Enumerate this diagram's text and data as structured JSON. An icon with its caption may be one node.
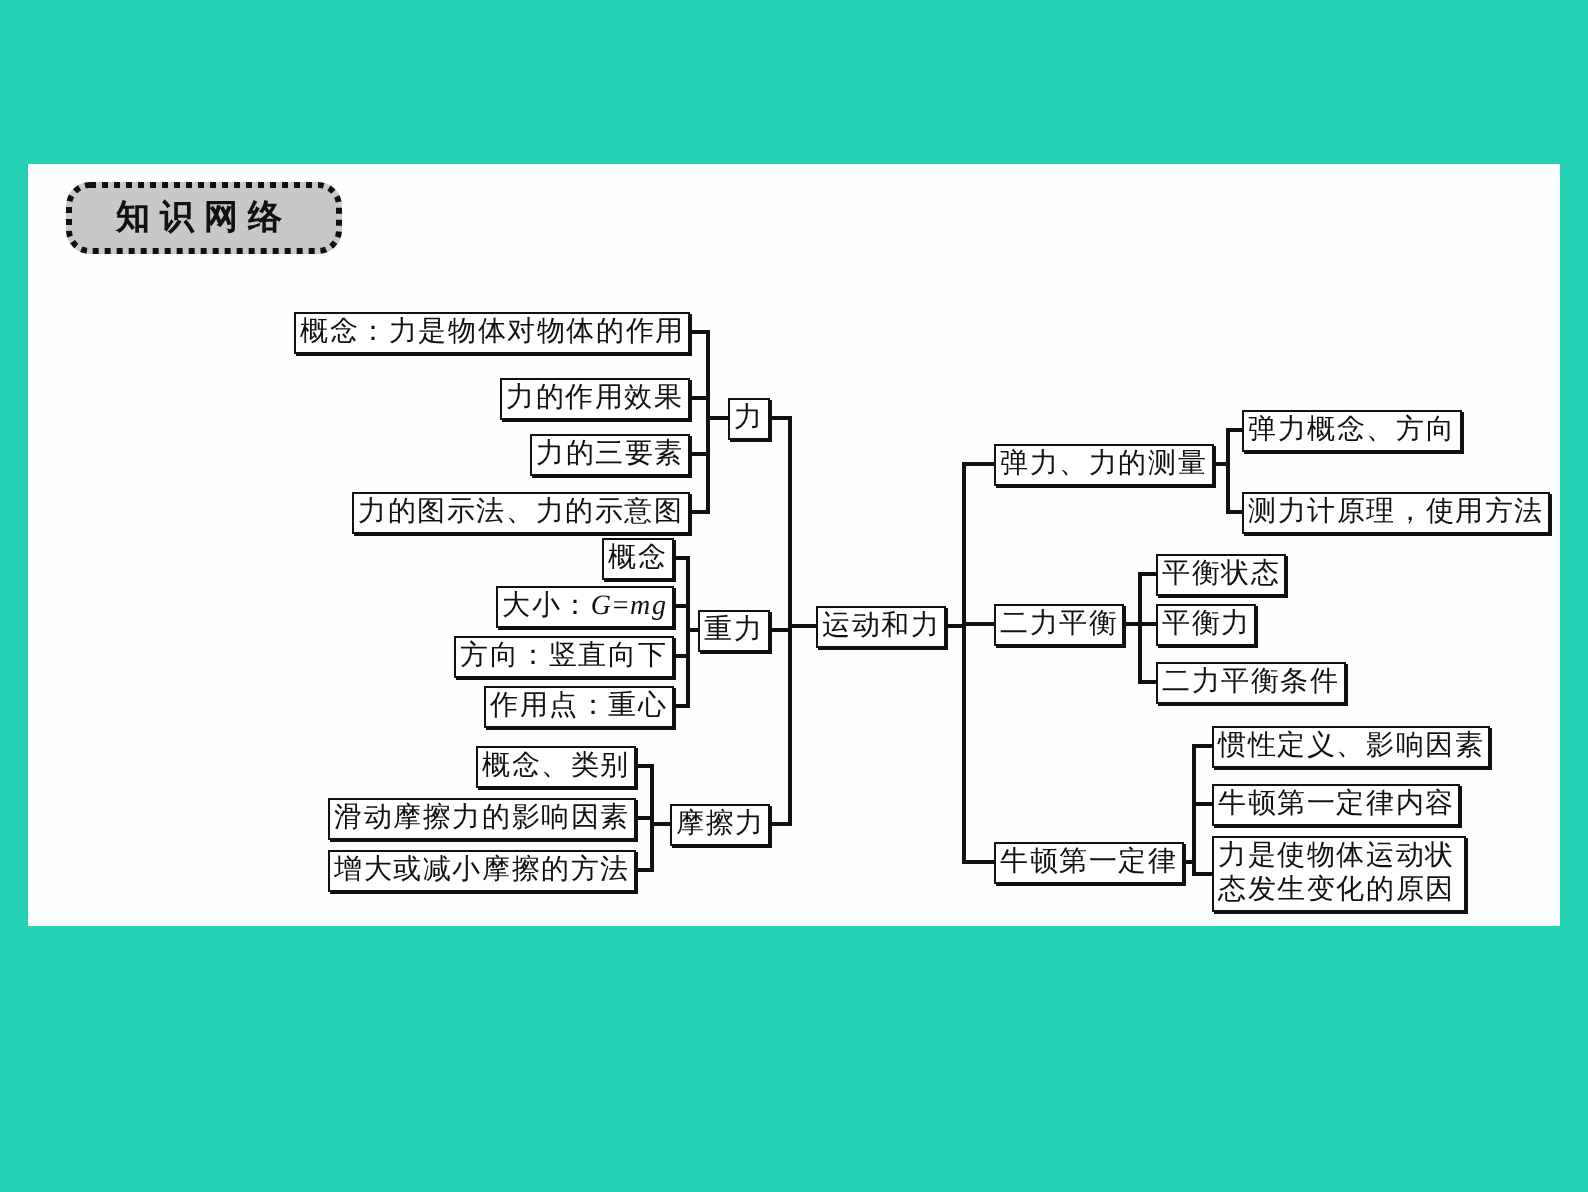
{
  "diagram": {
    "title": "知识网络",
    "nodes": [
      {
        "text": [
          "概念：力是物体对物体的作用"
        ]
      },
      {
        "text": [
          "力的作用效果"
        ]
      },
      {
        "text": [
          "力的三要素"
        ]
      },
      {
        "text": [
          "力的图示法、力的示意图"
        ]
      },
      {
        "text": [
          "力"
        ]
      },
      {
        "text": [
          "概念"
        ]
      },
      {
        "text": [
          "大小：*G*=*mg*"
        ]
      },
      {
        "text": [
          "方向：竖直向下"
        ]
      },
      {
        "text": [
          "作用点：重心"
        ]
      },
      {
        "text": [
          "重力"
        ]
      },
      {
        "text": [
          "概念、类别"
        ]
      },
      {
        "text": [
          "滑动摩擦力的影响因素"
        ]
      },
      {
        "text": [
          "增大或减小摩擦的方法"
        ]
      },
      {
        "text": [
          "摩擦力"
        ]
      },
      {
        "text": [
          "运动和力"
        ]
      },
      {
        "text": [
          "弹力、力的测量"
        ]
      },
      {
        "text": [
          "弹力概念、方向"
        ]
      },
      {
        "text": [
          "测力计原理，使用方法"
        ]
      },
      {
        "text": [
          "二力平衡"
        ]
      },
      {
        "text": [
          "平衡状态"
        ]
      },
      {
        "text": [
          "平衡力"
        ]
      },
      {
        "text": [
          "二力平衡条件"
        ]
      },
      {
        "text": [
          "牛顿第一定律"
        ]
      },
      {
        "text": [
          "惯性定义、影响因素"
        ]
      },
      {
        "text": [
          "牛顿第一定律内容"
        ]
      },
      {
        "text": [
          "力是使物体运动状态发生变化的原因"
        ]
      }
    ],
    "edges": [
      {
        "from": 14,
        "to": 4,
        "arrow": "none"
      },
      {
        "from": 14,
        "to": 9,
        "arrow": "none"
      },
      {
        "from": 14,
        "to": 13,
        "arrow": "none"
      },
      {
        "from": 4,
        "to": 0,
        "arrow": "none"
      },
      {
        "from": 4,
        "to": 1,
        "arrow": "none"
      },
      {
        "from": 4,
        "to": 2,
        "arrow": "none"
      },
      {
        "from": 4,
        "to": 3,
        "arrow": "none"
      },
      {
        "from": 9,
        "to": 5,
        "arrow": "none"
      },
      {
        "from": 9,
        "to": 6,
        "arrow": "none"
      },
      {
        "from": 9,
        "to": 7,
        "arrow": "none"
      },
      {
        "from": 9,
        "to": 8,
        "arrow": "none"
      },
      {
        "from": 13,
        "to": 10,
        "arrow": "none"
      },
      {
        "from": 13,
        "to": 11,
        "arrow": "none"
      },
      {
        "from": 13,
        "to": 12,
        "arrow": "none"
      },
      {
        "from": 14,
        "to": 15,
        "arrow": "none"
      },
      {
        "from": 14,
        "to": 18,
        "arrow": "none"
      },
      {
        "from": 14,
        "to": 22,
        "arrow": "none"
      },
      {
        "from": 15,
        "to": 16,
        "arrow": "none"
      },
      {
        "from": 15,
        "to": 17,
        "arrow": "none"
      },
      {
        "from": 18,
        "to": 19,
        "arrow": "none"
      },
      {
        "from": 18,
        "to": 20,
        "arrow": "none"
      },
      {
        "from": 18,
        "to": 21,
        "arrow": "none"
      },
      {
        "from": 22,
        "to": 23,
        "arrow": "none"
      },
      {
        "from": 22,
        "to": 24,
        "arrow": "none"
      },
      {
        "from": 22,
        "to": 25,
        "arrow": "none"
      }
    ]
  }
}
